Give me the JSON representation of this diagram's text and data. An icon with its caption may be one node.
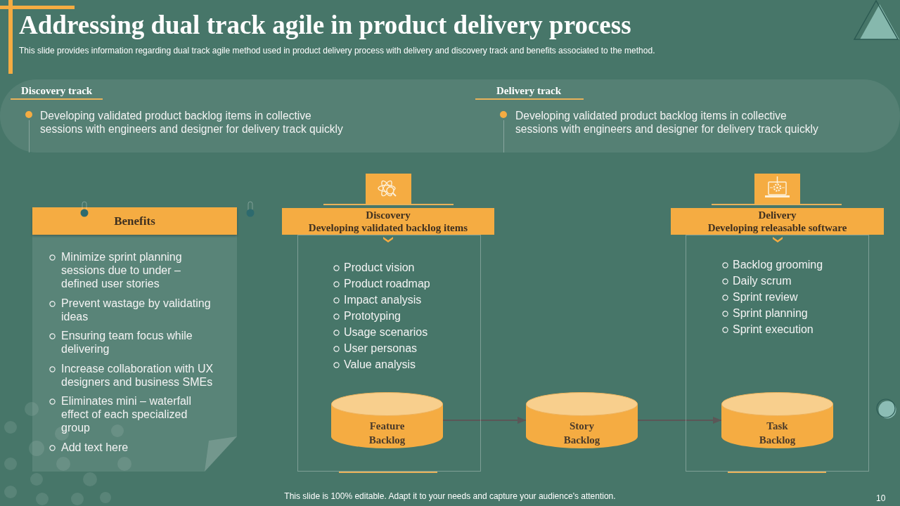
{
  "diagram": {
    "title": "Addressing dual track agile in product delivery process",
    "nodes": [
      {
        "text": [
          "Discovery track",
          "Developing validated product backlog items in collective sessions with engineers and designer for delivery track quickly",
          "Delivery track",
          "Developing validated product backlog items in collective sessions with engineers and designer for delivery track quickly"
        ]
      },
      {
        "text": [
          "Benefits",
          "Minimize sprint planning sessions due to under – defined user stories",
          "Prevent wastage by validating ideas",
          "Ensuring team focus while delivering",
          "Increase collaboration with UX designers and business SMEs",
          "Eliminates mini – waterfall effect of each specialized group",
          "Add text here"
        ]
      },
      {
        "text": [
          "Discovery",
          "Developing validated backlog items",
          "Product vision",
          "Product roadmap",
          "Impact analysis",
          "Prototyping",
          "Usage scenarios",
          "User personas",
          "Value analysis"
        ]
      },
      {
        "text": [
          "Feature Backlog"
        ],
        "in": 2
      },
      {
        "text": [
          "Story Backlog"
        ]
      },
      {
        "text": [
          "Delivery",
          "Developing releasable software",
          "Backlog grooming",
          "Daily scrum",
          "Sprint review",
          "Sprint planning",
          "Sprint execution"
        ]
      },
      {
        "text": [
          "Task Backlog"
        ],
        "in": 5
      }
    ],
    "edges": [
      {
        "from": 3,
        "to": 4,
        "arrow": "to"
      },
      {
        "from": 4,
        "to": 6,
        "arrow": "to"
      }
    ],
    "labels": [
      "This slide provides information regarding dual track agile method used in product delivery process with delivery and discovery track and benefits associated to the method.",
      "This slide is 100% editable. Adapt it to your needs and capture your audience's attention.",
      "10"
    ]
  }
}
